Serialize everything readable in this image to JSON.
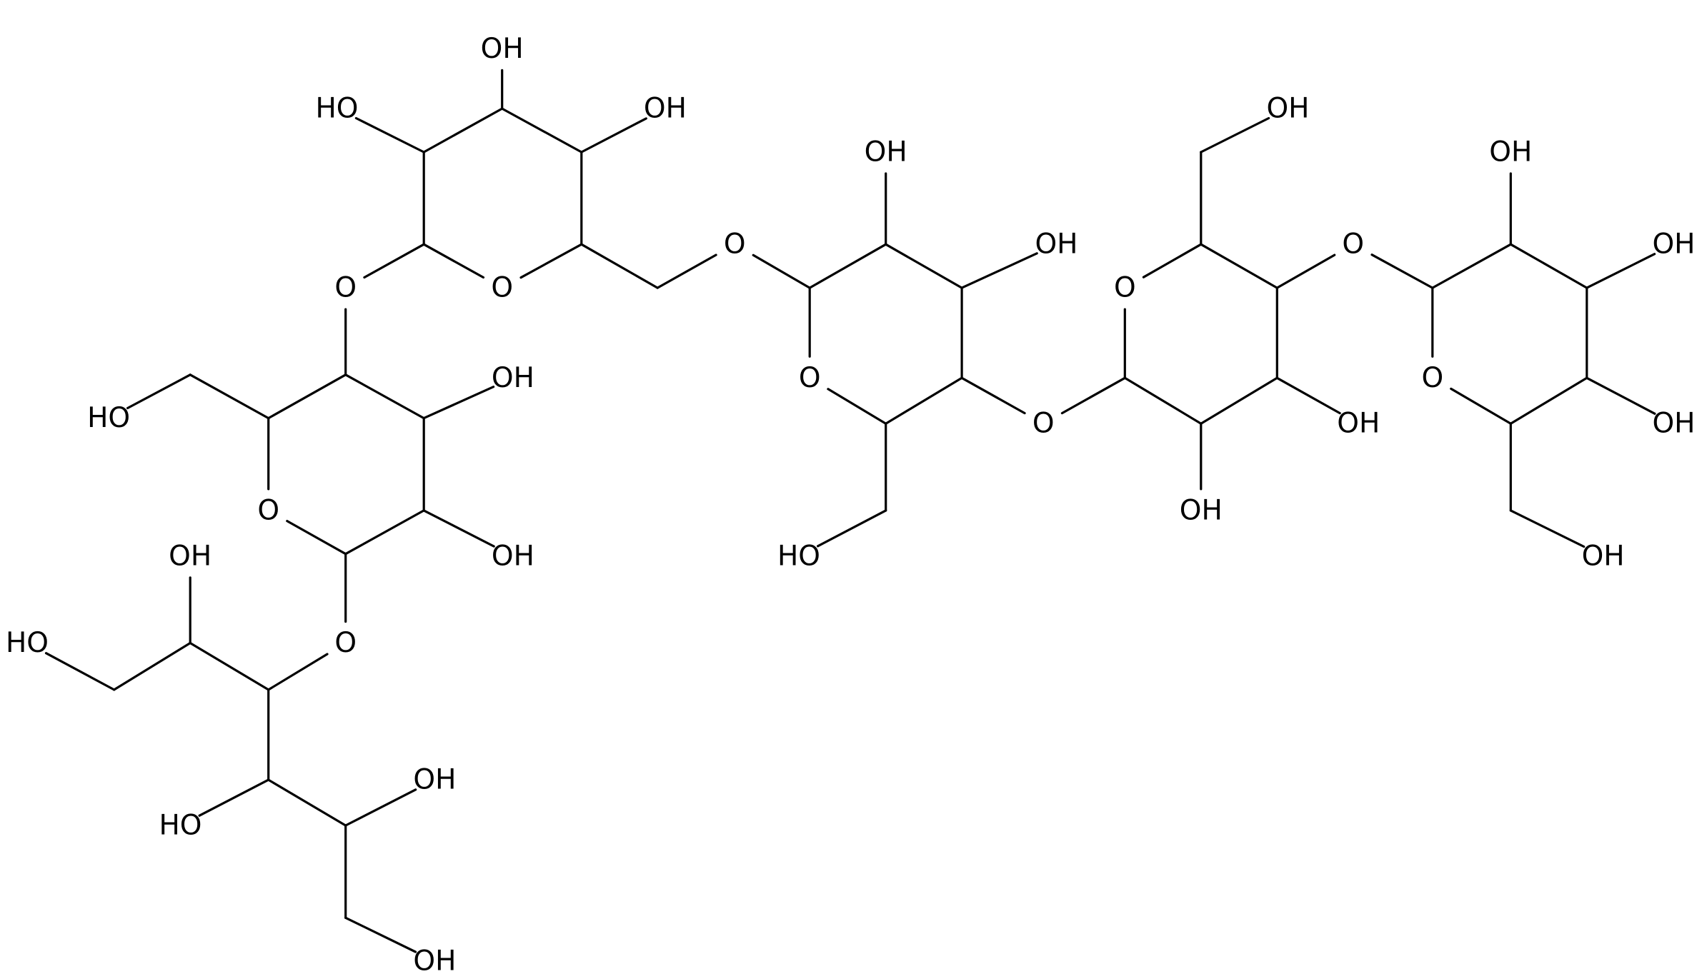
{
  "colors": {
    "background": "#ffffff",
    "bond": "#000000",
    "text": "#000000"
  },
  "labels": {
    "oh": "OH",
    "ho": "HO",
    "o": "O"
  }
}
